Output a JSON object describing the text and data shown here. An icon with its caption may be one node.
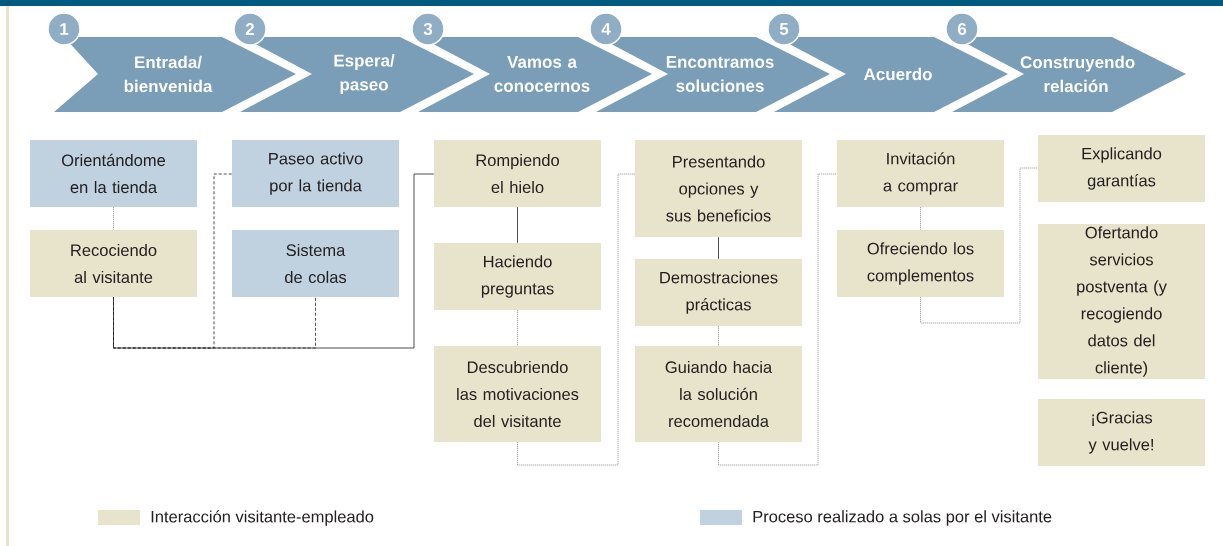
{
  "diagram": {
    "nodes": [
      {
        "text": [
          "Entrada/ bienvenida"
        ],
        "beside": [
          "1"
        ]
      },
      {
        "text": [
          "Espera/ paseo"
        ],
        "beside": [
          "2"
        ]
      },
      {
        "text": [
          "Vamos a conocernos"
        ],
        "beside": [
          "3"
        ]
      },
      {
        "text": [
          "Encontramos soluciones"
        ],
        "beside": [
          "4"
        ]
      },
      {
        "text": [
          "Acuerdo"
        ],
        "beside": [
          "5"
        ]
      },
      {
        "text": [
          "Construyendo relación"
        ],
        "beside": [
          "6"
        ]
      },
      {
        "text": [
          "Orientándome en la tienda"
        ]
      },
      {
        "text": [
          "Recociendo al visitante"
        ]
      },
      {
        "text": [
          "Paseo activo por la tienda"
        ]
      },
      {
        "text": [
          "Sistema de colas"
        ]
      },
      {
        "text": [
          "Rompiendo el hielo"
        ]
      },
      {
        "text": [
          "Haciendo preguntas"
        ]
      },
      {
        "text": [
          "Descubriendo las motivaciones del visitante"
        ]
      },
      {
        "text": [
          "Presentando opciones y sus beneficios"
        ]
      },
      {
        "text": [
          "Demostraciones prácticas"
        ]
      },
      {
        "text": [
          "Guiando hacia la solución recomendada"
        ]
      },
      {
        "text": [
          "Invitación a comprar"
        ]
      },
      {
        "text": [
          "Ofreciendo los complementos"
        ]
      },
      {
        "text": [
          "Explicando garantías"
        ]
      },
      {
        "text": [
          "Ofertando servicios postventa (y recogiendo datos del cliente)"
        ]
      },
      {
        "text": [
          "¡Gracias y vuelve!"
        ]
      }
    ],
    "edges": [
      {
        "from": 6,
        "to": 7,
        "arrow": "none",
        "style": "dashed",
        "color": "#6d6e71"
      },
      {
        "from": 7,
        "to": 10,
        "arrow": "none"
      },
      {
        "from": 7,
        "to": 8,
        "arrow": "none",
        "style": "dashed"
      },
      {
        "from": 7,
        "to": 9,
        "arrow": "none",
        "style": "dashed"
      },
      {
        "from": 10,
        "to": 11,
        "arrow": "none"
      },
      {
        "from": 11,
        "to": 12,
        "arrow": "none",
        "style": "dashed",
        "color": "#6d6e71"
      },
      {
        "from": 12,
        "to": 13,
        "arrow": "none",
        "style": "dashed",
        "color": "#6d6e71"
      },
      {
        "from": 13,
        "to": 14,
        "arrow": "none"
      },
      {
        "from": 14,
        "to": 15,
        "arrow": "none",
        "style": "dashed",
        "color": "#6d6e71"
      },
      {
        "from": 15,
        "to": 16,
        "arrow": "none",
        "style": "dashed",
        "color": "#6d6e71"
      },
      {
        "from": 16,
        "to": 17,
        "arrow": "none",
        "style": "dashed",
        "color": "#6d6e71"
      },
      {
        "from": 17,
        "to": 18,
        "arrow": "none",
        "style": "dashed",
        "color": "#6d6e71"
      }
    ],
    "legend": [
      {
        "text": "Interacción visitante-empleado",
        "color": "#e8e4cb"
      },
      {
        "text": "Proceso realizado a solas por el visitante",
        "color": "#c0d2e0"
      }
    ]
  }
}
